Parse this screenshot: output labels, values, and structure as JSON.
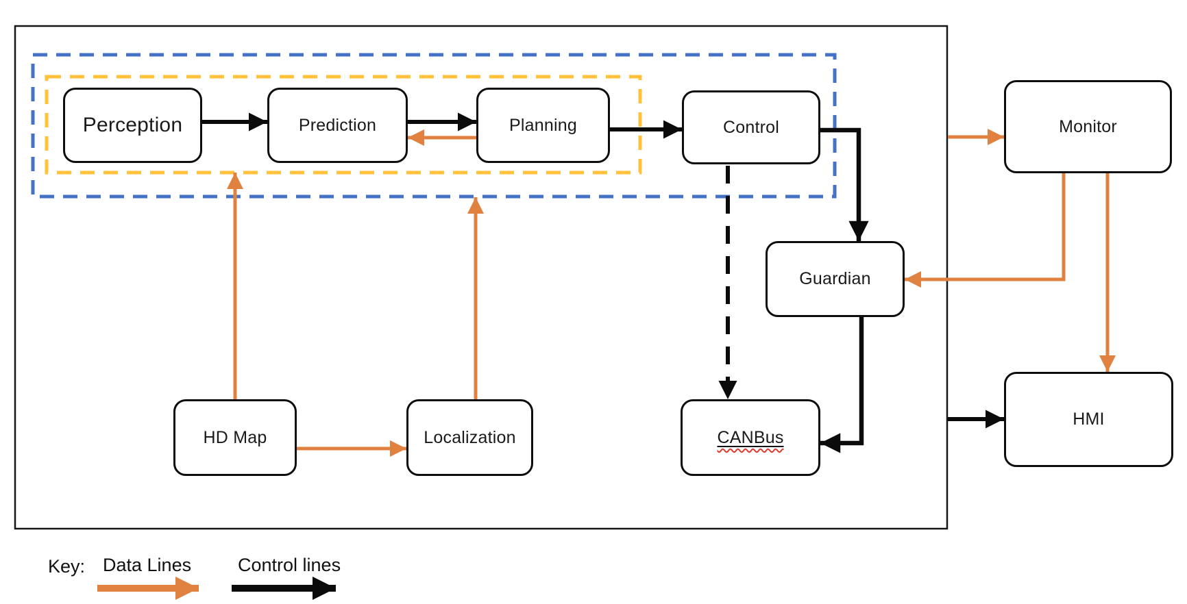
{
  "colors": {
    "data": "#E0813F",
    "control": "#0b0b0b",
    "blue_group": "#4472C4",
    "yellow_group": "#FFC23A",
    "spellcheck": "#E03B2F"
  },
  "nodes": {
    "perception": {
      "label": "Perception"
    },
    "prediction": {
      "label": "Prediction"
    },
    "planning": {
      "label": "Planning"
    },
    "control": {
      "label": "Control"
    },
    "guardian": {
      "label": "Guardian"
    },
    "canbus": {
      "label": "CANBus"
    },
    "hdmap": {
      "label": "HD Map"
    },
    "localization": {
      "label": "Localization"
    },
    "monitor": {
      "label": "Monitor"
    },
    "hmi": {
      "label": "HMI"
    }
  },
  "edges": [
    {
      "from": "perception",
      "to": "prediction",
      "type": "control",
      "style": "solid"
    },
    {
      "from": "prediction",
      "to": "planning",
      "type": "control",
      "style": "solid"
    },
    {
      "from": "planning",
      "to": "prediction",
      "type": "data",
      "style": "solid"
    },
    {
      "from": "planning",
      "to": "control",
      "type": "control",
      "style": "solid"
    },
    {
      "from": "control",
      "to": "guardian",
      "type": "control",
      "style": "solid"
    },
    {
      "from": "control",
      "to": "canbus",
      "type": "control",
      "style": "dashed"
    },
    {
      "from": "guardian",
      "to": "canbus",
      "type": "control",
      "style": "solid"
    },
    {
      "from": "hdmap",
      "to": "perception",
      "type": "data",
      "style": "solid"
    },
    {
      "from": "hdmap",
      "to": "localization",
      "type": "data",
      "style": "solid"
    },
    {
      "from": "localization",
      "to": "planning",
      "type": "data",
      "style": "solid"
    },
    {
      "from": "system-box",
      "to": "monitor",
      "type": "data",
      "style": "solid"
    },
    {
      "from": "monitor",
      "to": "guardian",
      "type": "data",
      "style": "solid"
    },
    {
      "from": "monitor",
      "to": "hmi",
      "type": "data",
      "style": "solid"
    },
    {
      "from": "system-box",
      "to": "hmi",
      "type": "control",
      "style": "solid"
    }
  ],
  "legend": {
    "title": "Key:",
    "items": [
      {
        "label": "Data Lines",
        "type": "data"
      },
      {
        "label": "Control lines",
        "type": "control"
      }
    ]
  }
}
